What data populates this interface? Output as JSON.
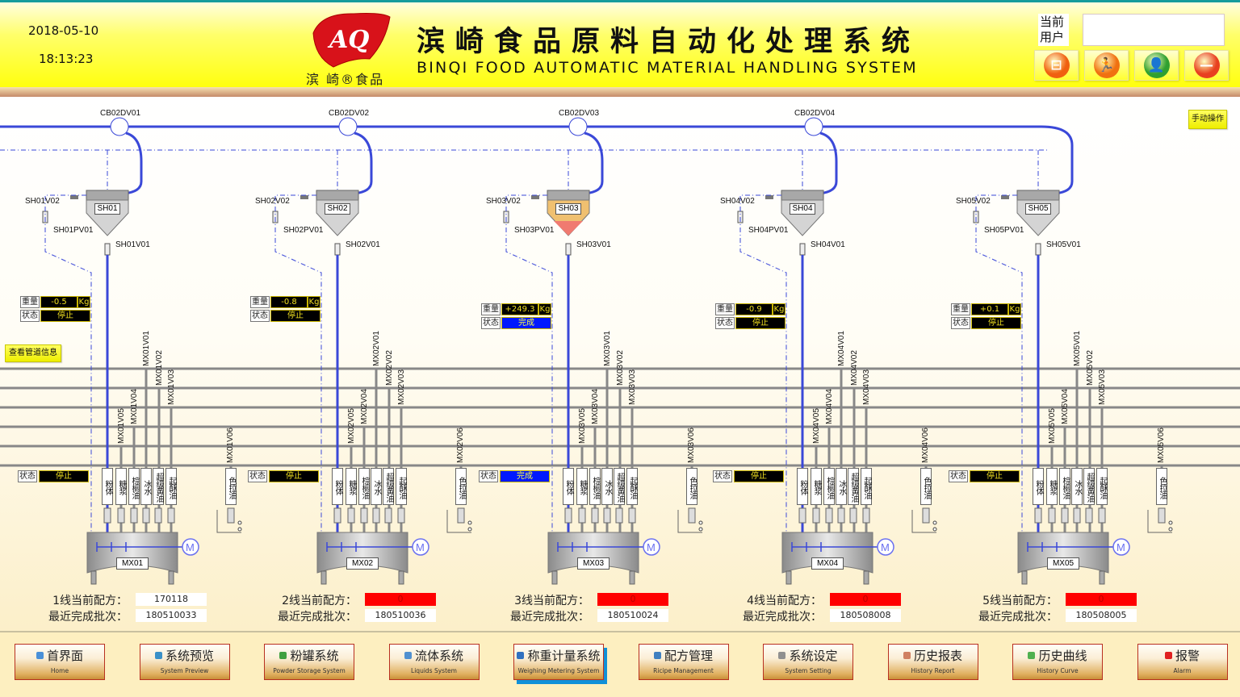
{
  "header": {
    "date": "2018-05-10",
    "time": "18:13:23",
    "logo_text": "滨 崎®食品",
    "title_cn": "滨崎食品原料自动化处理系统",
    "title_en": "BINQI FOOD AUTOMATIC MATERIAL HANDLING SYSTEM",
    "user_label": "当前用户",
    "user_value": "",
    "buttons": [
      {
        "name": "login-button",
        "icon": "login-icon",
        "color": "#f06010"
      },
      {
        "name": "logout-button",
        "icon": "run-icon",
        "color": "#f07010"
      },
      {
        "name": "user-manage-button",
        "icon": "user-icon",
        "color": "#30a030"
      },
      {
        "name": "exit-button",
        "icon": "stop-icon",
        "color": "#e84020"
      }
    ]
  },
  "manual_button": "手动操作",
  "pipe_info_button": "查看管道信息",
  "panel_tags": {
    "weight": "重量",
    "status": "状态",
    "unit": "Kg"
  },
  "lines": [
    {
      "diverter": "CB02DV01",
      "hopper": "SH01",
      "pv": "SH01PV01",
      "v01": "SH01V01",
      "v02": "SH01V02",
      "weight": "-0.5",
      "hopper_status": "停止",
      "mixer_status": "停止",
      "mixer": "MX01",
      "valves": [
        "MX01V05",
        "MX01V04",
        "MX01V01",
        "MX01V02",
        "MX01V03",
        "MX01V06"
      ],
      "recipe_label": "1线当前配方：",
      "recipe": "170118",
      "recipe_alarm": false,
      "batch_label": "最近完成批次：",
      "batch": "180510033"
    },
    {
      "diverter": "CB02DV02",
      "hopper": "SH02",
      "pv": "SH02PV01",
      "v01": "SH02V01",
      "v02": "SH02V02",
      "weight": "-0.8",
      "hopper_status": "停止",
      "mixer_status": "停止",
      "mixer": "MX02",
      "valves": [
        "MX02V05",
        "MX02V04",
        "MX02V01",
        "MX02V02",
        "MX02V03",
        "MX02V06"
      ],
      "recipe_label": "2线当前配方：",
      "recipe": "0",
      "recipe_alarm": true,
      "batch_label": "最近完成批次：",
      "batch": "180510036"
    },
    {
      "diverter": "CB02DV03",
      "hopper": "SH03",
      "pv": "SH03PV01",
      "v01": "SH03V01",
      "v02": "SH03V02",
      "weight": "+249.3",
      "hopper_status": "完成",
      "mixer_status": "完成",
      "mixer": "MX03",
      "valves": [
        "MX03V05",
        "MX03V04",
        "MX03V01",
        "MX03V02",
        "MX03V03",
        "MX03V06"
      ],
      "recipe_label": "3线当前配方：",
      "recipe": "0",
      "recipe_alarm": true,
      "batch_label": "最近完成批次：",
      "batch": "180510024",
      "filled": true
    },
    {
      "diverter": "CB02DV04",
      "hopper": "SH04",
      "pv": "SH04PV01",
      "v01": "SH04V01",
      "v02": "SH04V02",
      "weight": "-0.9",
      "hopper_status": "停止",
      "mixer_status": "停止",
      "mixer": "MX04",
      "valves": [
        "MX04V05",
        "MX04V04",
        "MX04V01",
        "MX04V02",
        "MX04V03",
        "MX04V06"
      ],
      "recipe_label": "4线当前配方：",
      "recipe": "0",
      "recipe_alarm": true,
      "batch_label": "最近完成批次：",
      "batch": "180508008"
    },
    {
      "diverter": "",
      "hopper": "SH05",
      "pv": "SH05PV01",
      "v01": "SH05V01",
      "v02": "SH05V02",
      "weight": "+0.1",
      "hopper_status": "停止",
      "mixer_status": "停止",
      "mixer": "MX05",
      "valves": [
        "MX05V05",
        "MX05V04",
        "MX05V01",
        "MX05V02",
        "MX05V03",
        "MX05V06"
      ],
      "recipe_label": "5线当前配方：",
      "recipe": "0",
      "recipe_alarm": true,
      "batch_label": "最近完成批次：",
      "batch": "180508005"
    }
  ],
  "ingredients": [
    "粉体",
    "糖浆",
    "棕榈油",
    "冰水",
    "超级黄油",
    "起酥油"
  ],
  "color_oil": "色拉油",
  "colors": {
    "pipe": "#3a48d8",
    "status_done": "#0018ff",
    "alarm": "#ff0000",
    "accent": "#ffff00"
  },
  "nav": [
    {
      "cn": "首界面",
      "en": "Home",
      "icon": "home-icon",
      "color": "#4a90d8"
    },
    {
      "cn": "系统预览",
      "en": "System Preview",
      "icon": "preview-icon",
      "color": "#3a90c8"
    },
    {
      "cn": "粉罐系统",
      "en": "Powder Storage System",
      "icon": "powder-icon",
      "color": "#40a040"
    },
    {
      "cn": "流体系统",
      "en": "Liquids System",
      "icon": "liquid-icon",
      "color": "#5090d0"
    },
    {
      "cn": "称重计量系统",
      "en": "Weighing Metering System",
      "icon": "scale-icon",
      "color": "#3070c0",
      "active": true
    },
    {
      "cn": "配方管理",
      "en": "Ricipe Management",
      "icon": "recipe-icon",
      "color": "#4080c0"
    },
    {
      "cn": "系统设定",
      "en": "System Setting",
      "icon": "gear-icon",
      "color": "#909090"
    },
    {
      "cn": "历史报表",
      "en": "History Report",
      "icon": "report-icon",
      "color": "#d08060"
    },
    {
      "cn": "历史曲线",
      "en": "History Curve",
      "icon": "curve-icon",
      "color": "#50b050"
    },
    {
      "cn": "报警",
      "en": "Alarm",
      "icon": "alarm-icon",
      "color": "#e02020"
    }
  ]
}
